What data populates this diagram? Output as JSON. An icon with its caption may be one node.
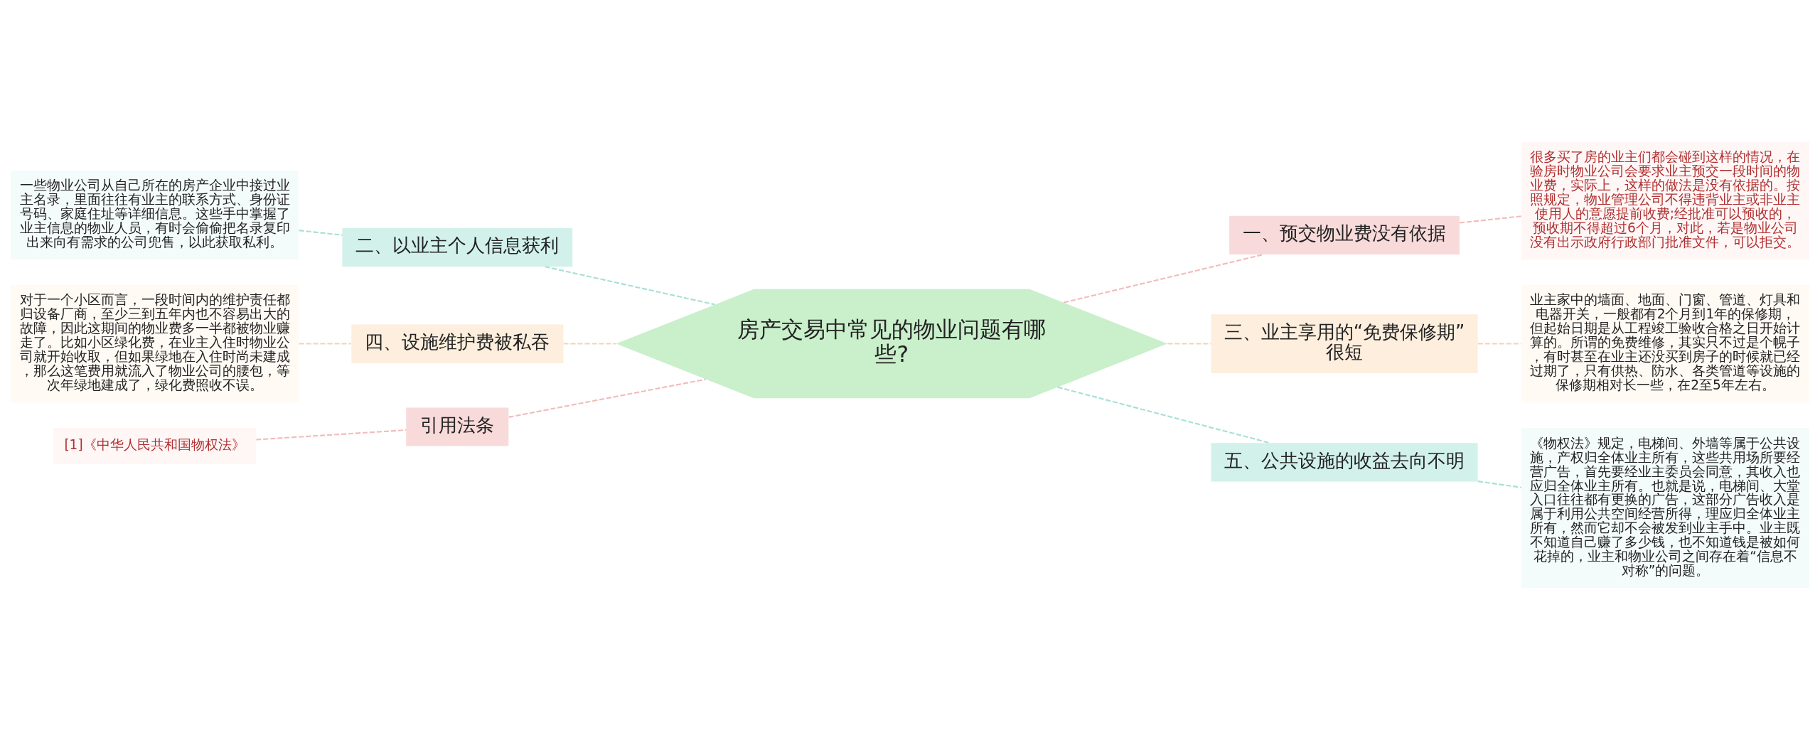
{
  "diagram": {
    "nodes": [
      {
        "text": [
          "房产交易中常见的物业问题有哪些?"
        ]
      },
      {
        "text": [
          "二、以业主个人信息获利"
        ]
      },
      {
        "text": [
          "一些物业公司从自己所在的房产企业中接过业主名录，里面往往有业主的联系方式、身份证号码、家庭住址等详细信息。这些手中掌握了业主信息的物业人员，有时会偷偷把名录复印出来向有需求的公司兜售，以此获取私利。"
        ]
      },
      {
        "text": [
          "四、设施维护费被私吞"
        ]
      },
      {
        "text": [
          "对于一个小区而言，一段时间内的维护责任都归设备厂商，至少三到五年内也不容易出大的故障，因此这期间的物业费多一半都被物业赚走了。比如小区绿化费，在业主入住时物业公司就开始收取，但如果绿地在入住时尚未建成，那么这笔费用就流入了物业公司的腰包，等次年绿地建成了，绿化费照收不误。"
        ]
      },
      {
        "text": [
          "引用法条"
        ]
      },
      {
        "text": [
          "[1]《中华人民共和国物权法》"
        ]
      },
      {
        "text": [
          "一、预交物业费没有依据"
        ]
      },
      {
        "text": [
          "很多买了房的业主们都会碰到这样的情况，在验房时物业公司会要求业主预交一段时间的物业费，实际上，这样的做法是没有依据的。按照规定，物业管理公司不得违背业主或非业主使用人的意愿提前收费;经批准可以预收的，预收期不得超过6个月，对此，若是物业公司没有出示政府行政部门批准文件，可以拒交。"
        ]
      },
      {
        "text": [
          "三、业主享用的“免费保修期”很短"
        ]
      },
      {
        "text": [
          "业主家中的墙面、地面、门窗、管道、灯具和电器开关，一般都有2个月到1年的保修期，但起始日期是从工程竣工验收合格之日开始计算的。所谓的免费维修，其实只不过是个幌子，有时甚至在业主还没买到房子的时候就已经过期了，只有供热、防水、各类管道等设施的保修期相对长一些，在2至5年左右。"
        ]
      },
      {
        "text": [
          "五、公共设施的收益去向不明"
        ]
      },
      {
        "text": [
          "《物权法》规定，电梯间、外墙等属于公共设施，产权归全体业主所有，这些共用场所要经营广告，首先要经业主委员会同意，其收入也应归全体业主所有。也就是说，电梯间、大堂入口往往都有更换的广告，这部分广告收入是属于利用公共空间经营所得，理应归全体业主所有，然而它却不会被发到业主手中。业主既不知道自己赚了多少钱，也不知道钱是被如何花掉的，业主和物业公司之间存在着“信息不对称”的问题。"
        ]
      }
    ],
    "edges": [
      {
        "from": 0,
        "to": 1,
        "arrow": "none",
        "style": "dashed",
        "color": "#a8e0d6"
      },
      {
        "from": 1,
        "to": 2,
        "arrow": "none",
        "style": "dashed",
        "color": "#a8e0d6"
      },
      {
        "from": 0,
        "to": 3,
        "arrow": "none",
        "style": "dashed",
        "color": "#f8d2b0"
      },
      {
        "from": 3,
        "to": 4,
        "arrow": "none",
        "style": "dashed",
        "color": "#f8d2b0"
      },
      {
        "from": 0,
        "to": 5,
        "arrow": "none",
        "style": "dashed",
        "color": "#f2bcbc"
      },
      {
        "from": 5,
        "to": 6,
        "arrow": "none",
        "style": "dashed",
        "color": "#f2bcbc"
      },
      {
        "from": 0,
        "to": 7,
        "arrow": "none",
        "style": "dashed",
        "color": "#f2bcbc"
      },
      {
        "from": 7,
        "to": 8,
        "arrow": "none",
        "style": "dashed",
        "color": "#f2bcbc"
      },
      {
        "from": 0,
        "to": 9,
        "arrow": "none",
        "style": "dashed",
        "color": "#f8d2b0"
      },
      {
        "from": 9,
        "to": 10,
        "arrow": "none",
        "style": "dashed",
        "color": "#f8d2b0"
      },
      {
        "from": 0,
        "to": 11,
        "arrow": "none",
        "style": "dashed",
        "color": "#a8e0d6"
      },
      {
        "from": 11,
        "to": 12,
        "arrow": "none",
        "style": "dashed",
        "color": "#a8e0d6"
      }
    ]
  }
}
